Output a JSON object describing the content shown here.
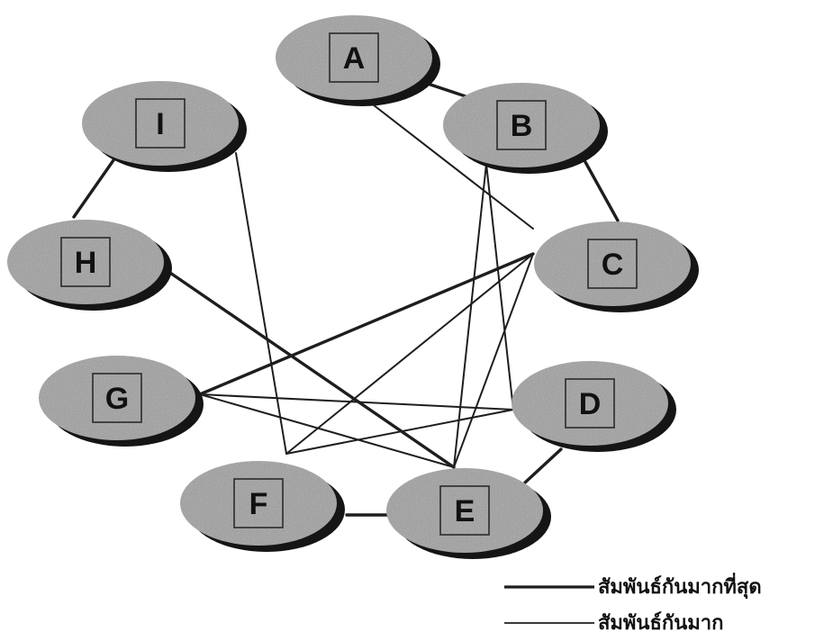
{
  "nodes": [
    {
      "id": "A",
      "label": "A"
    },
    {
      "id": "B",
      "label": "B"
    },
    {
      "id": "C",
      "label": "C"
    },
    {
      "id": "D",
      "label": "D"
    },
    {
      "id": "E",
      "label": "E"
    },
    {
      "id": "F",
      "label": "F"
    },
    {
      "id": "G",
      "label": "G"
    },
    {
      "id": "H",
      "label": "H"
    },
    {
      "id": "I",
      "label": "I"
    }
  ],
  "edges": [
    {
      "from": "A",
      "to": "B",
      "type": "strongest"
    },
    {
      "from": "B",
      "to": "C",
      "type": "strongest"
    },
    {
      "from": "D",
      "to": "E",
      "type": "strongest"
    },
    {
      "from": "E",
      "to": "F",
      "type": "strongest"
    },
    {
      "from": "H",
      "to": "I",
      "type": "strongest"
    },
    {
      "from": "C",
      "to": "G",
      "type": "strongest"
    },
    {
      "from": "H",
      "to": "E",
      "type": "strongest"
    },
    {
      "from": "A",
      "to": "C",
      "type": "strong"
    },
    {
      "from": "B",
      "to": "E",
      "type": "strong"
    },
    {
      "from": "B",
      "to": "D",
      "type": "strong"
    },
    {
      "from": "C",
      "to": "F",
      "type": "strong"
    },
    {
      "from": "C",
      "to": "E",
      "type": "strong"
    },
    {
      "from": "G",
      "to": "E",
      "type": "strong"
    },
    {
      "from": "G",
      "to": "D",
      "type": "strong"
    },
    {
      "from": "I",
      "to": "F",
      "type": "strong"
    },
    {
      "from": "F",
      "to": "D",
      "type": "strong"
    }
  ],
  "legend": {
    "strongest_label": "สัมพันธ์กันมากที่สุด",
    "strong_label": "สัมพันธ์กันมาก"
  },
  "colors": {
    "node_fill": "#9b9b9b",
    "node_shadow": "#151515",
    "edge": "#1e1e1e",
    "text": "#111111"
  }
}
